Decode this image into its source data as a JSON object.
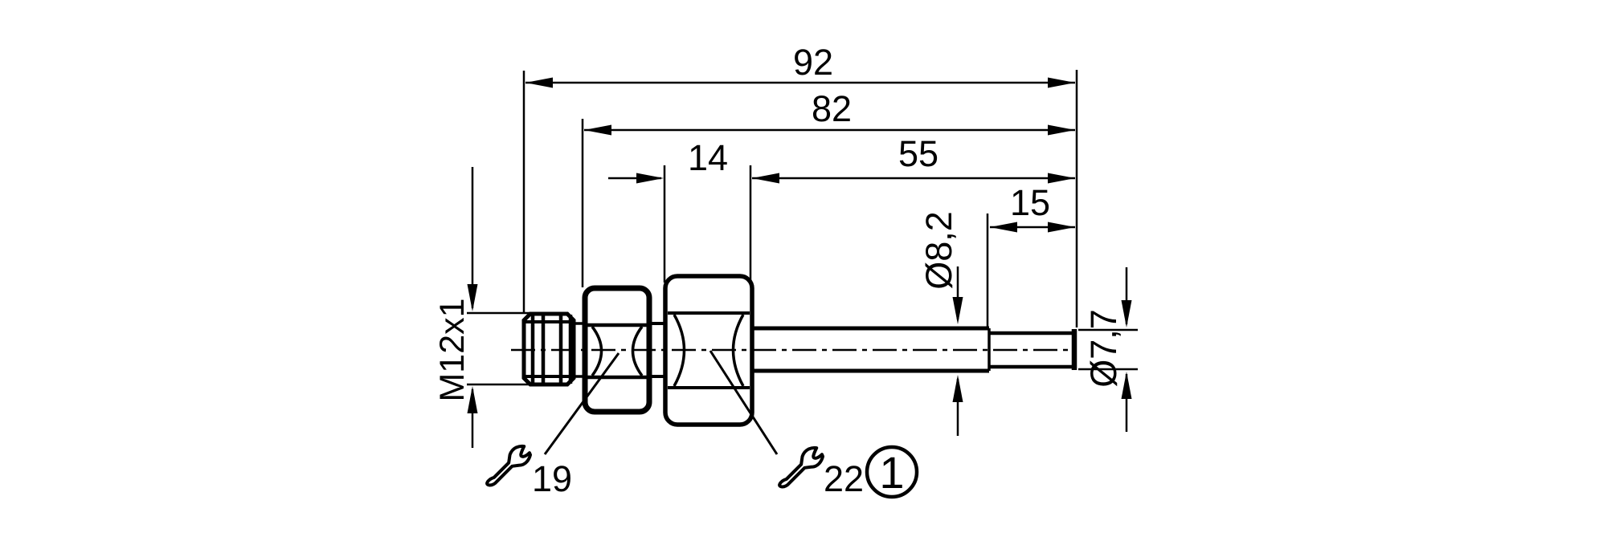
{
  "drawing": {
    "type": "technical-dimension-drawing",
    "colors": {
      "line": "#000000",
      "background": "#ffffff"
    },
    "dims": {
      "overall": "92",
      "to_hex": "82",
      "hex_width": "14",
      "barrel": "55",
      "tip": "15",
      "barrel_dia": "Ø8,2",
      "tip_dia": "Ø7,7",
      "thread": "M12x1"
    },
    "wrench": {
      "small": "19",
      "large": "22"
    },
    "callout": {
      "index": "1"
    },
    "icons": [
      "wrench-icon",
      "wrench-icon",
      "callout-circle"
    ]
  }
}
